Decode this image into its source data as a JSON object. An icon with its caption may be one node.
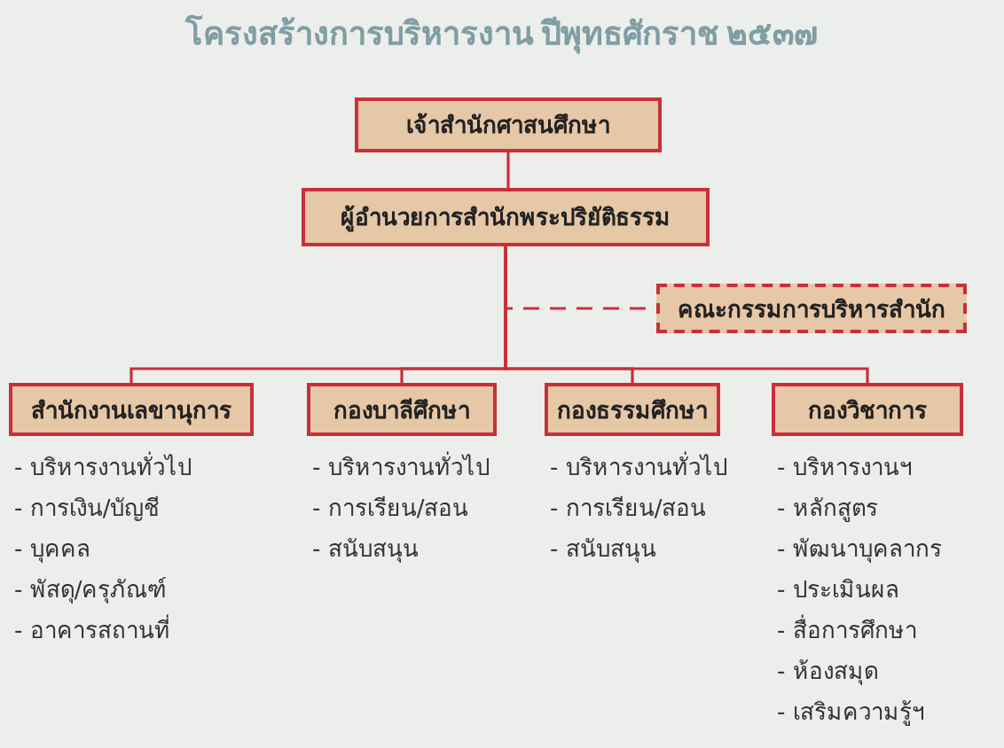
{
  "diagram": {
    "title": "โครงสร้างการบริหารงาน ปีพุทธศักราช ๒๕๓๗",
    "nodes": [
      {
        "text": [
          "เจ้าสำนักศาสนศึกษา"
        ]
      },
      {
        "text": [
          "ผู้อำนวยการสำนักพระปริยัติธรรม"
        ]
      },
      {
        "text": [
          "คณะกรรมการบริหารสำนัก"
        ]
      },
      {
        "text": [
          "สำนักงานเลขานุการ"
        ],
        "beside": [
          "- บริหารงานทั่วไป",
          "- การเงิน/บัญชี",
          "- บุคคล",
          "- พัสดุ/ครุภัณฑ์",
          "- อาคารสถานที่"
        ]
      },
      {
        "text": [
          "กองบาลีศึกษา"
        ],
        "beside": [
          "- บริหารงานทั่วไป",
          "- การเรียน/สอน",
          "- สนับสนุน"
        ]
      },
      {
        "text": [
          "กองธรรมศึกษา"
        ],
        "beside": [
          "- บริหารงานทั่วไป",
          "- การเรียน/สอน",
          "- สนับสนุน"
        ]
      },
      {
        "text": [
          "กองวิชาการ"
        ],
        "beside": [
          "- บริหารงานฯ",
          "- หลักสูตร",
          "- พัฒนาบุคลากร",
          "- ประเมินผล",
          "- สื่อการศึกษา",
          "- ห้องสมุด",
          "- เสริมความรู้ฯ"
        ]
      }
    ],
    "edges": [
      {
        "from": 0,
        "to": 1,
        "arrow": "none"
      },
      {
        "from": 1,
        "to": 2,
        "arrow": "none",
        "style": "dashed"
      },
      {
        "from": 1,
        "to": 3,
        "arrow": "none"
      },
      {
        "from": 1,
        "to": 4,
        "arrow": "none"
      },
      {
        "from": 1,
        "to": 5,
        "arrow": "none"
      },
      {
        "from": 1,
        "to": 6,
        "arrow": "none"
      }
    ]
  }
}
